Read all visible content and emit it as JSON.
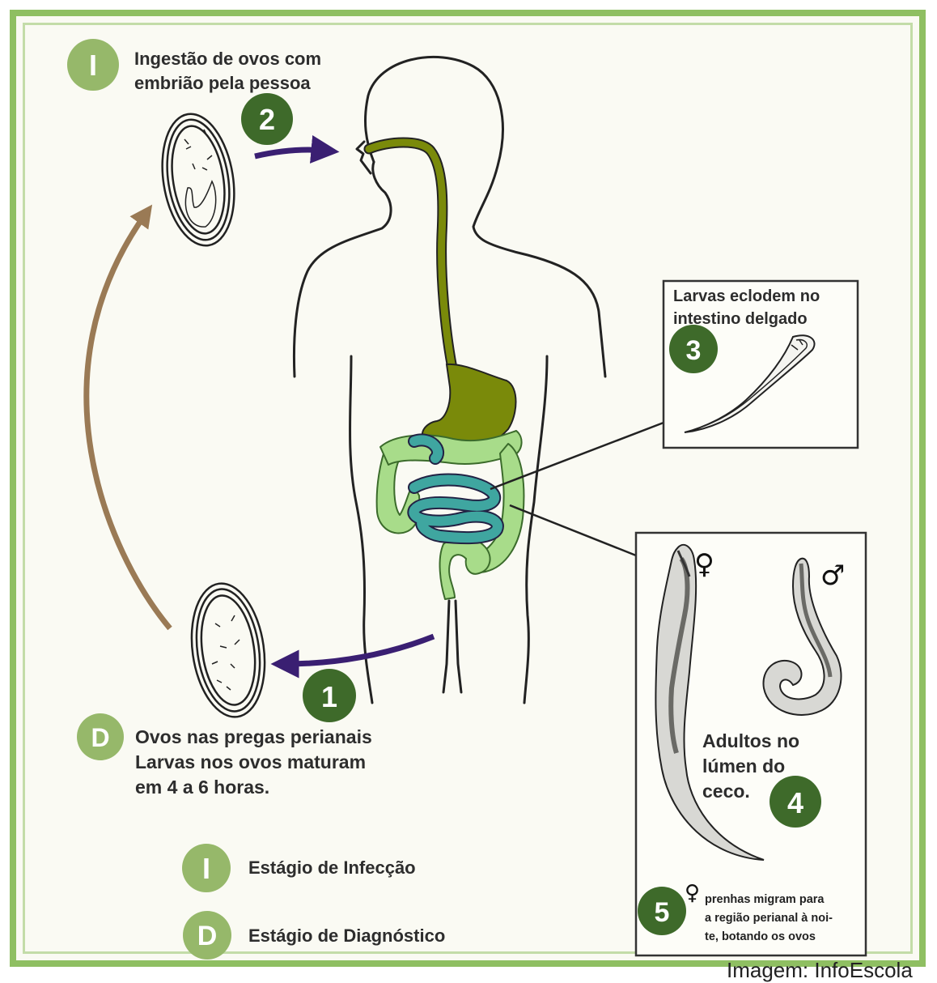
{
  "labels": {
    "stage_i_letter": "I",
    "stage_d_letter": "D",
    "step1_heading": "Ingestão de ovos com\nembrião pela pessoa",
    "step3_text": "Larvas eclodem no\nintestino delgado",
    "diagnostic_text": "Ovos nas pregas perianais\nLarvas nos ovos maturam\nem 4 a 6 horas.",
    "adults_text": "Adultos no\nlúmen do\nceco.",
    "step5_symbol": "♀",
    "step5_text": "prenhas migram para\na região perianal à noi-\nte, botando os ovos",
    "female_symbol": "♀",
    "male_symbol": "♂"
  },
  "steps": {
    "one": "1",
    "two": "2",
    "three": "3",
    "four": "4",
    "five": "5"
  },
  "legend": {
    "infection_letter": "I",
    "infection_label": "Estágio de Infecção",
    "diagnostic_letter": "D",
    "diagnostic_label": "Estágio de Diagnóstico"
  },
  "credit": "Imagem: InfoEscola",
  "colors": {
    "frame": "#8fbf62",
    "stage_badge": "#96b86a",
    "step_badge": "#3e6a2a",
    "esophagus_stomach": "#7a8a0a",
    "large_intestine": "#a8dc8a",
    "small_intestine": "#3fa6a0",
    "arrow_infection": "#3a1f72",
    "arrow_cycle": "#9a7a55"
  }
}
